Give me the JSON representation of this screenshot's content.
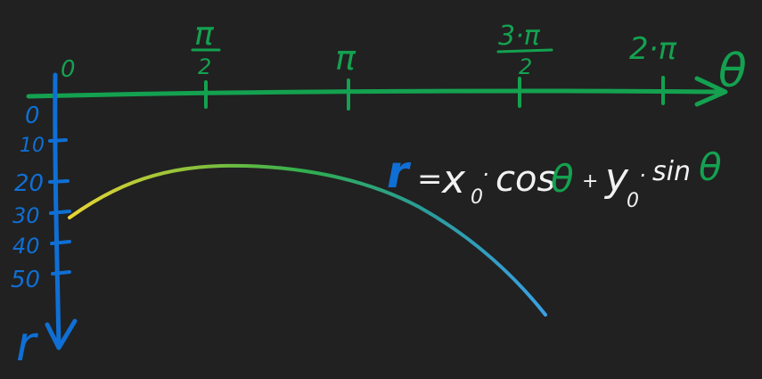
{
  "colors": {
    "background": "#212121",
    "theta_axis": "#14a150",
    "r_axis": "#0f6fd4",
    "formula_text": "#f2f2f2",
    "curve_start": "#e9d535",
    "curve_mid": "#2fae4f",
    "curve_end": "#3aa0e6"
  },
  "theta_axis": {
    "label": "θ",
    "ticks": [
      {
        "num": "0",
        "den": ""
      },
      {
        "num": "π",
        "den": "2"
      },
      {
        "num": "π",
        "den": ""
      },
      {
        "num": "3·π",
        "den": "2"
      },
      {
        "num": "2·π",
        "den": ""
      }
    ]
  },
  "r_axis": {
    "label": "r",
    "ticks": [
      "0",
      "10",
      "20",
      "30",
      "40",
      "50"
    ]
  },
  "formula": {
    "r": "r",
    "eq": "=",
    "x": "x",
    "sub0a": "0",
    "dot1": "·",
    "cos": "cos",
    "theta1": "θ",
    "plus": "+",
    "y": "y",
    "sub0b": "0",
    "dot2": "·",
    "sin": "sin",
    "theta2": "θ"
  }
}
